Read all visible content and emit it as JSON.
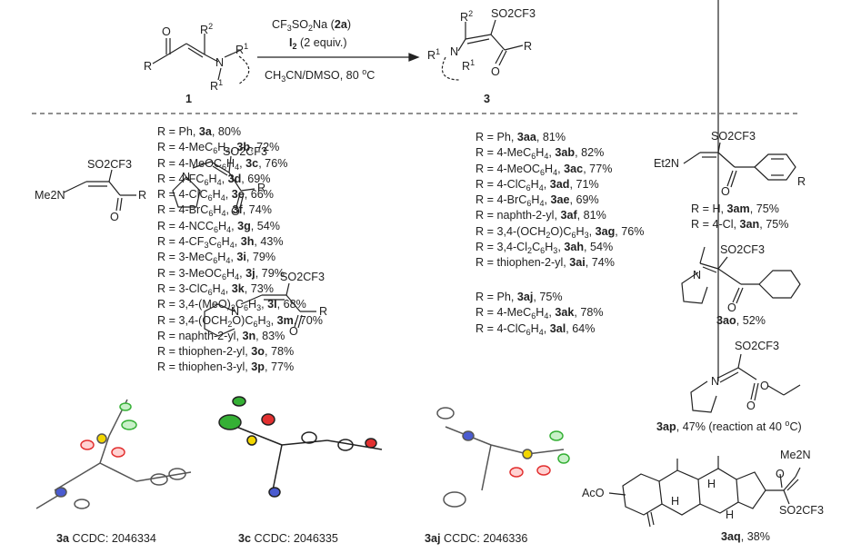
{
  "scheme": {
    "reagent_line1": [
      "CF",
      "3",
      "SO",
      "2",
      "Na (",
      "2a",
      ")"
    ],
    "reagent_line2": [
      "I",
      "2",
      " (2 equiv.)"
    ],
    "conditions": [
      "CH",
      "3",
      "CN/DMSO, 80 ",
      "o",
      "C"
    ],
    "start_label": "1",
    "product_label": "3",
    "start_atoms": {
      "O": "O",
      "R": "R",
      "R2": "R",
      "R2sup": "2",
      "N": "N",
      "R1a": "R",
      "R1asup": "1",
      "R1b": "R",
      "R1bsup": "1"
    },
    "product_atoms": {
      "R2": "R",
      "R2sup": "2",
      "SO2CF3": "SO2CF3",
      "R1a": "R",
      "R1asup": "1",
      "N": "N",
      "R1b": "R",
      "R1bsup": "1",
      "O": "O",
      "R": "R"
    }
  },
  "series_3a": {
    "struct": {
      "SO2CF3": "SO2CF3",
      "Me2N": "Me2N",
      "O": "O",
      "R": "R"
    },
    "items": [
      [
        "R = Ph, ",
        "3a",
        ", 80%"
      ],
      [
        "R = 4-MeC6H4, ",
        "3b",
        ", 72%"
      ],
      [
        "R = 4-MeOC6H4, ",
        "3c",
        ", 76%"
      ],
      [
        "R = 4-FC6H4, ",
        "3d",
        ", 69%"
      ],
      [
        "R = 4-ClC6H4, ",
        "3e",
        ", 66%"
      ],
      [
        "R = 4-BrC6H4, ",
        "3f",
        ", 74%"
      ],
      [
        "R = 4-NCC6H4, ",
        "3g",
        ", 54%"
      ],
      [
        "R = 4-CF3C6H4, ",
        "3h",
        ", 43%"
      ],
      [
        "R = 3-MeC6H4, ",
        "3i",
        ", 79%"
      ],
      [
        "R = 3-MeOC6H4, ",
        "3j",
        ", 79%"
      ],
      [
        "R = 3-ClC6H4, ",
        "3k",
        ", 73%"
      ],
      [
        "R = 3,4-(MeO)2C6H3, ",
        "3l",
        ", 68%"
      ],
      [
        "R = 3,4-(OCH2O)C6H3, ",
        "3m",
        ", 70%"
      ],
      [
        "R = naphth-2-yl, ",
        "3n",
        ", 83%"
      ],
      [
        "R = thiophen-2-yl, ",
        "3o",
        ", 78%"
      ],
      [
        "R = thiophen-3-yl, ",
        "3p",
        ", 77%"
      ]
    ]
  },
  "series_3aa": {
    "struct": {
      "SO2CF3": "SO2CF3",
      "N": "N",
      "O": "O",
      "R": "R"
    },
    "items": [
      [
        "R = Ph, ",
        "3aa",
        ", 81%"
      ],
      [
        "R = 4-MeC6H4, ",
        "3ab",
        ", 82%"
      ],
      [
        "R = 4-MeOC6H4, ",
        "3ac",
        ", 77%"
      ],
      [
        "R = 4-ClC6H4, ",
        "3ad",
        ", 71%"
      ],
      [
        "R = 4-BrC6H4, ",
        "3ae",
        ", 69%"
      ],
      [
        "R = naphth-2-yl, ",
        "3af",
        ", 81%"
      ],
      [
        "R = 3,4-(OCH2O)C6H3, ",
        "3ag",
        ", 76%"
      ],
      [
        "R = 3,4-Cl2C6H3, ",
        "3ah",
        ", 54%"
      ],
      [
        "R = thiophen-2-yl, ",
        "3ai",
        ", 74%"
      ]
    ]
  },
  "series_3aj": {
    "struct": {
      "SO2CF3": "SO2CF3",
      "N": "N",
      "O": "O",
      "R": "R"
    },
    "items": [
      [
        "R = Ph, ",
        "3aj",
        ", 75%"
      ],
      [
        "R = 4-MeC6H4, ",
        "3ak",
        ", 78%"
      ],
      [
        "R = 4-ClC6H4, ",
        "3al",
        ", 64%"
      ]
    ]
  },
  "series_3am": {
    "struct": {
      "SO2CF3": "SO2CF3",
      "Et2N": "Et2N",
      "O": "O",
      "R": "R"
    },
    "items": [
      [
        "R = H, ",
        "3am",
        ", 75%"
      ],
      [
        "R = 4-Cl, ",
        "3an",
        ", 75%"
      ]
    ]
  },
  "compound_3ao": {
    "struct": {
      "SO2CF3": "SO2CF3",
      "N": "N",
      "O": "O"
    },
    "label": "3ao",
    "yield": ", 52%"
  },
  "compound_3ap": {
    "struct": {
      "SO2CF3": "SO2CF3",
      "N": "N",
      "O1": "O",
      "O2": "O"
    },
    "label": "3ap",
    "yield": ", 47% (reaction at 40 ",
    "deg": "o",
    "unit": "C)"
  },
  "compound_3aq": {
    "struct": {
      "Me2N": "Me2N",
      "O": "O",
      "SO2CF3": "SO2CF3",
      "AcO": "AcO",
      "H1": "H",
      "H2": "H",
      "H3": "H"
    },
    "label": "3aq",
    "yield": ", 38%"
  },
  "crystal": [
    {
      "label": "3a",
      "text": " CCDC: 2046334"
    },
    {
      "label": "3c",
      "text": " CCDC: 2046335"
    },
    {
      "label": "3aj",
      "text": " CCDC: 2046336"
    }
  ],
  "colors": {
    "line": "#222222",
    "sulfur": "#f2d600",
    "oxygen": "#e23030",
    "fluorine": "#35b035",
    "nitrogen": "#4a5bd0",
    "carbon": "#8a8a8a"
  }
}
